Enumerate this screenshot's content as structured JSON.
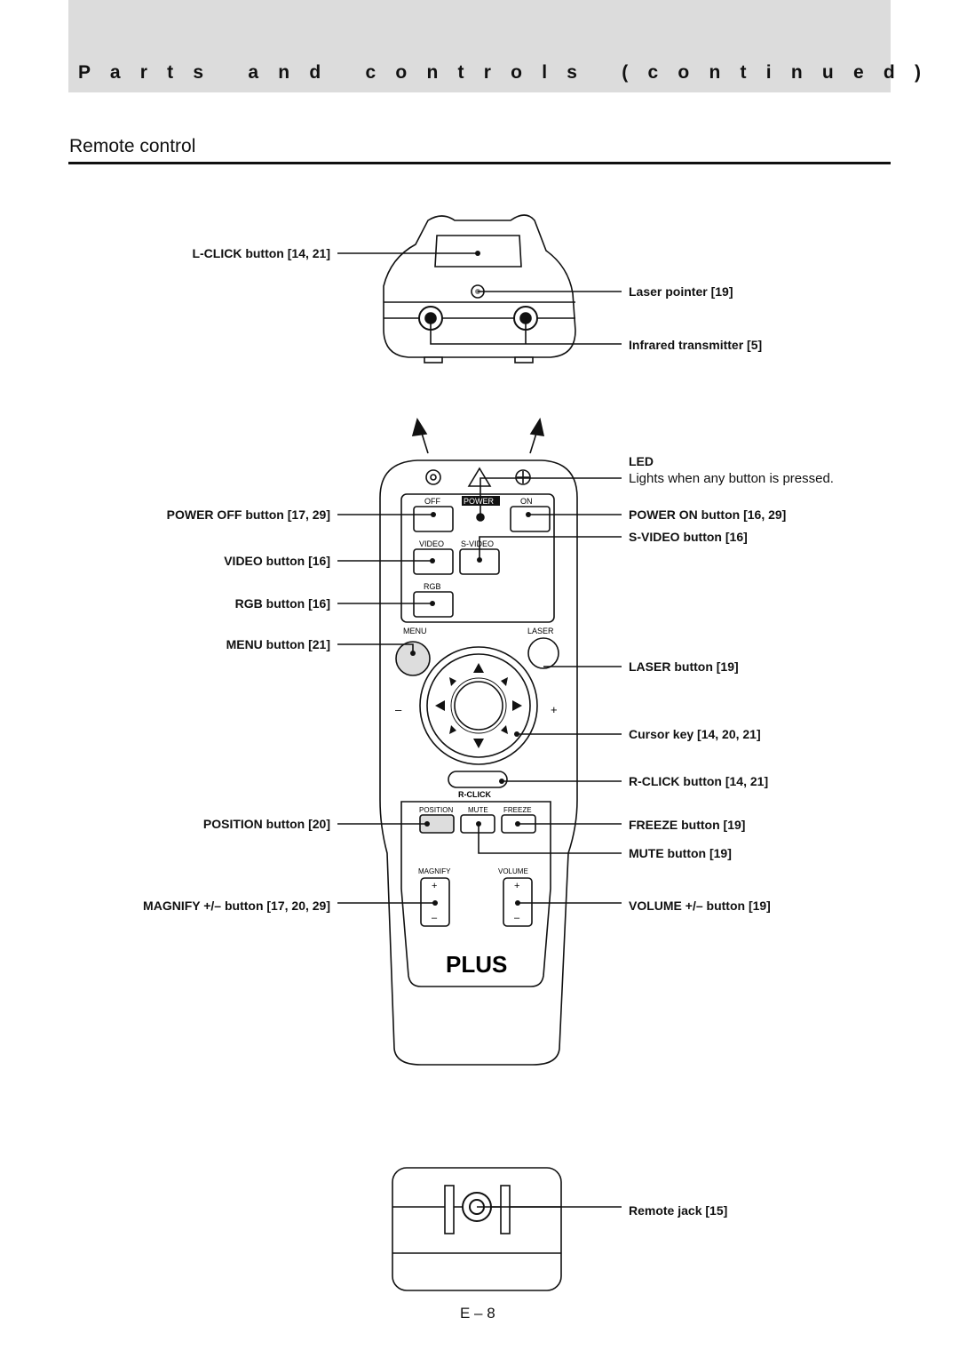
{
  "header": {
    "title": "P a r t s   a n d   c o n t r o l s   ( c o n t i n u e d )"
  },
  "section": {
    "title": "Remote control"
  },
  "callouts": {
    "lclick": "L-CLICK button [14,  21]",
    "laser_pointer": "Laser pointer [19]",
    "infrared": "Infrared transmitter [5]",
    "led_title": "LED",
    "led_desc": "Lights when any button is pressed.",
    "power_off": "POWER OFF button [17,  29]",
    "power_on": "POWER ON button [16,  29]",
    "svideo": "S-VIDEO button [16]",
    "video": "VIDEO button [16]",
    "rgb": "RGB button [16]",
    "menu": "MENU button [21]",
    "laser_btn": "LASER button [19]",
    "cursor": "Cursor key [14,  20,  21]",
    "rclick": "R-CLICK button [14,  21]",
    "position": "POSITION button [20]",
    "freeze": "FREEZE button [19]",
    "mute": "MUTE button [19]",
    "magnify": "MAGNIFY +/– button [17,  20,  29]",
    "volume": "VOLUME +/– button [19]",
    "remote_jack": "Remote jack [15]"
  },
  "remote_labels": {
    "off": "OFF",
    "power": "POWER",
    "on": "ON",
    "video": "VIDEO",
    "svideo": "S-VIDEO",
    "rgb": "RGB",
    "menu": "MENU",
    "laser": "LASER",
    "minus": "–",
    "plus": "+",
    "rclick": "R-CLICK",
    "position": "POSITION",
    "mute": "MUTE",
    "freeze": "FREEZE",
    "magnify": "MAGNIFY",
    "volume": "VOLUME",
    "brand": "PLUS"
  },
  "page": {
    "number": "E – 8"
  }
}
